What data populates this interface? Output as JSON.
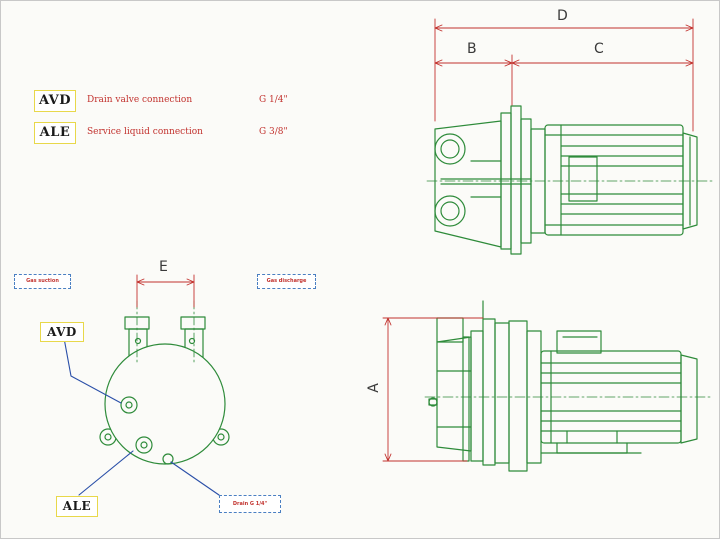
{
  "legend": [
    {
      "code": "AVD",
      "description": "Drain valve connection",
      "size": "G 1/4\""
    },
    {
      "code": "ALE",
      "description": "Service liquid connection",
      "size": "G 3/8\""
    }
  ],
  "dimensions": {
    "a": "A",
    "b": "B",
    "c": "C",
    "d": "D",
    "e": "E"
  },
  "callouts": {
    "gas_suction": "Gas suction",
    "gas_discharge": "Gas discharge",
    "avd": "AVD",
    "ale": "ALE",
    "drain": "Drain G 1/4\""
  },
  "colors": {
    "line": "#2e8b3a",
    "dim": "#c2322e",
    "leader": "#2a4fa8",
    "box": "#e8d84a"
  }
}
